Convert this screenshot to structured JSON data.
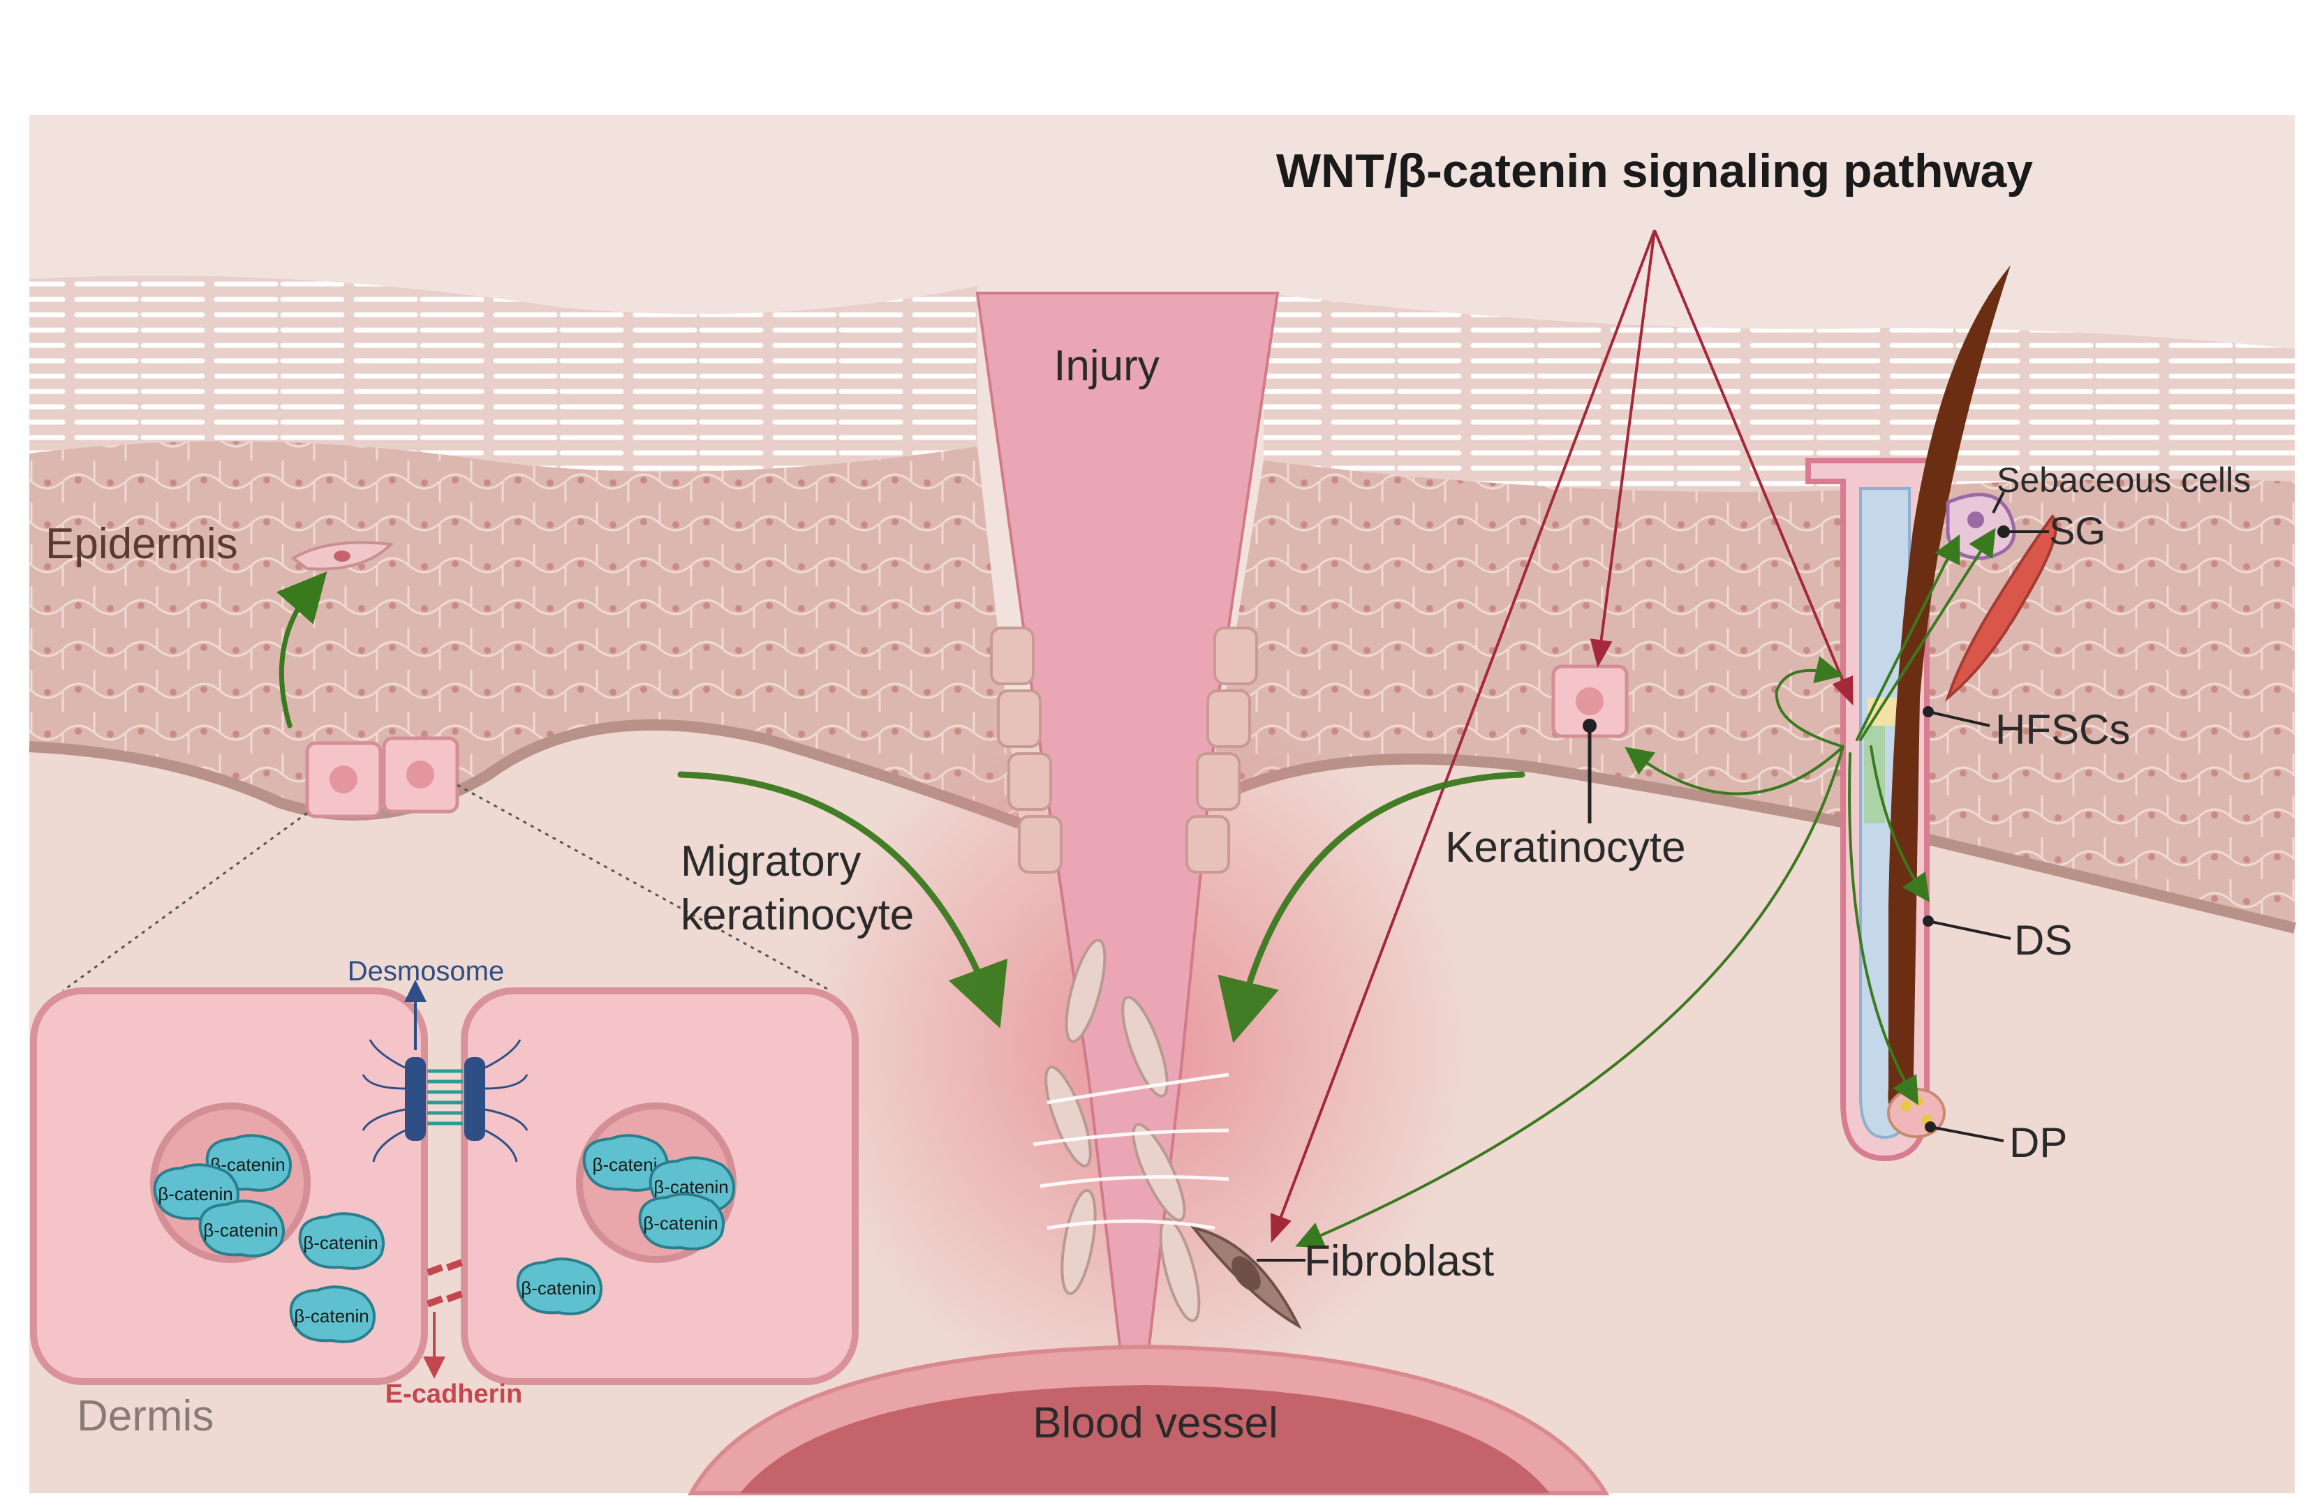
{
  "title": "WNT/β-catenin signaling pathway",
  "labels": {
    "injury": "Injury",
    "epidermis": "Epidermis",
    "dermis": "Dermis",
    "blood_vessel": "Blood vessel",
    "migratory_line1": "Migratory",
    "migratory_line2": "keratinocyte",
    "keratinocyte": "Keratinocyte",
    "fibroblast": "Fibroblast",
    "sebaceous_cells": "Sebaceous cells",
    "sg": "SG",
    "hfscs": "HFSCs",
    "ds": "DS",
    "dp": "DP",
    "desmosome": "Desmosome",
    "e_cadherin": "E-cadherin"
  },
  "beta_catenin_label": "β-catenin",
  "beta_catenin_truncated": "β-cateni",
  "colors": {
    "accent_green": "#3a7a1e",
    "signal_red": "#a3283a",
    "title_underline": "#8e1f3c",
    "skin_base": "#f0d8d3",
    "injury_pink": "#eaa6b4",
    "cell_pink": "#f4c4c8",
    "beta_catenin": "#5fc1cf",
    "desmosome_blue": "#2d4f86",
    "hair_brown": "#6b2e12",
    "muscle_red": "#d9564a"
  }
}
